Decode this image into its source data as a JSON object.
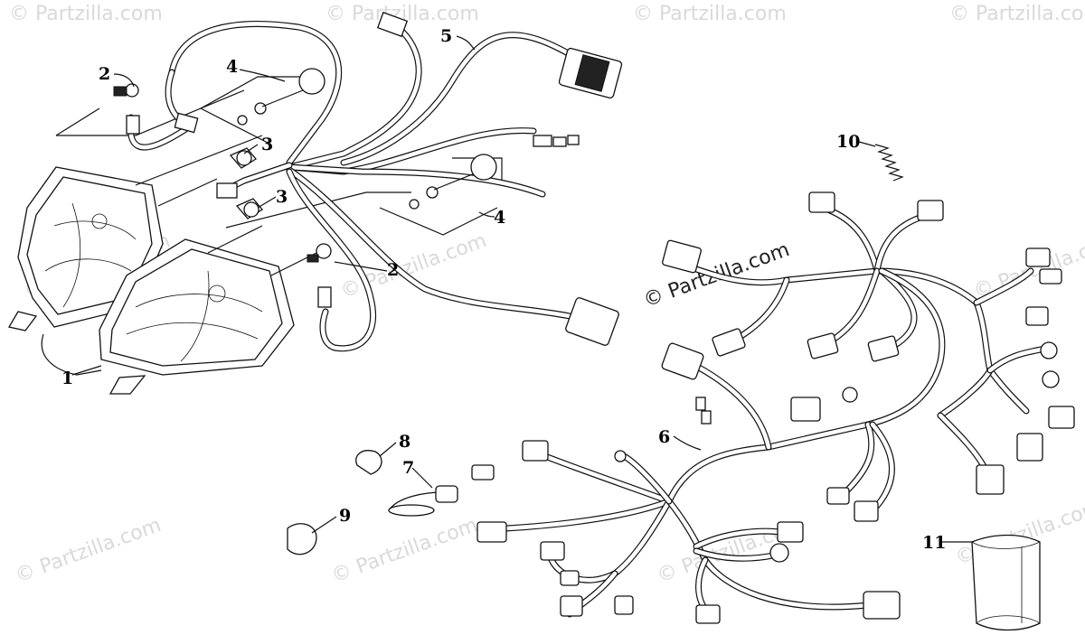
{
  "watermark": {
    "main": "© Partzilla.com",
    "faint": "© Partzilla.com"
  },
  "callouts": {
    "c1": "1",
    "c2a": "2",
    "c2b": "2",
    "c3a": "3",
    "c3b": "3",
    "c4a": "4",
    "c4b": "4",
    "c5": "5",
    "c6": "6",
    "c7": "7",
    "c8": "8",
    "c9": "9",
    "c10": "10",
    "c11": "11"
  },
  "colors": {
    "line": "#111111",
    "watermark_faint": "#d9d9d9",
    "background": "#ffffff"
  }
}
